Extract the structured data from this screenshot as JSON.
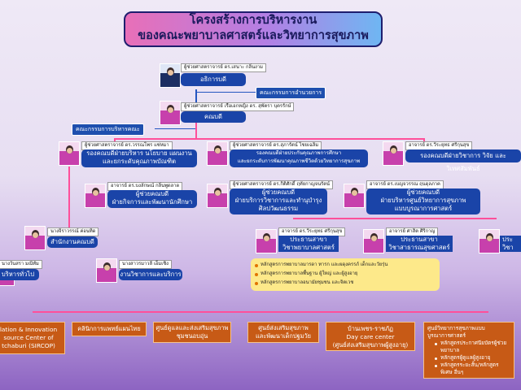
{
  "title": {
    "line1": "โครงสร้างการบริหารงาน",
    "line2": "ของคณะพยาบาลศาสตร์และวิทยาการสุขภาพ"
  },
  "president": {
    "name": "ผู้ช่วยศาสตราจารย์ ดร.เสนาะ กลิ่นงาม",
    "role": "อธิการบดี"
  },
  "committee_admin": "คณะกรรมการอำนวยการ",
  "dean": {
    "name": "ผู้ช่วยศาสตราจารย์ เรือเอกหญิง ดร. สุพัตรา บุตรรักษ์",
    "role": "คณบดี"
  },
  "committee_exec": "คณะกรรมการบริหารคณะ",
  "vice1": {
    "name": "ผู้ช่วยศาสตราจารย์ ดร.วรรณโพร แซ่หมา",
    "role1": "รองคณบดีฝ่ายบริหาร นโยบาย แผนงาน",
    "role2": "และยกระดับคุณภาพบัณฑิต"
  },
  "vice2": {
    "name": "ผู้ช่วยศาสตราจารย์ ดร.สุภารัตน์ ไชยเฉลิม",
    "role1": "รองคณบดีฝ่ายประกันคุณภาพการศึกษา",
    "role2": "และยกระดับการพัฒนาคุณภาพชีวิตด้วยวิทยาการสุขภาพ"
  },
  "vice3": {
    "name": "อาจารย์ ดร.วีระยุทธ ศรีกุนสุข",
    "role1": "รองคณบดีฝ่ายวิชาการ วิจัย และวิเทศสัมพันธ์"
  },
  "asst1": {
    "name": "อาจารย์ ดร.บงลักษณ์ กลิ่นพูดลาด",
    "role1": "ผู้ช่วยคณบดี",
    "role2": "ฝ่ายกิจการและพัฒนานักศึกษา"
  },
  "asst2": {
    "name": "ผู้ช่วยศาสตราจารย์ ดร.กิติศักดิ์ ฤทัยกาญจนรัตน์",
    "role1": "ผู้ช่วยคณบดี",
    "role2": "ฝ่ายบริการวิชาการและทำนุบำรุง",
    "role3": "ศิลปวัฒนธรรม"
  },
  "asst3": {
    "name": "อาจารย์ ดร.เบญจวรรณ ฤนดุลภาค",
    "role1": "ผู้ช่วยคณบดี",
    "role2": "ฝ่ายบริหารศูนย์วิทยาการสุขภาพ",
    "role3": "แบบบูรณาการศาสตร์"
  },
  "office_head": {
    "name": "นางจิราวรรณ์ ค่อนทิด",
    "role": "สำนักงานคณบดี"
  },
  "general": {
    "name": "นางวันสรา มณีทัม",
    "role": "บริหารทั่วไป"
  },
  "academic": {
    "name": "นางสาวรมาวลี เอ็มเชิง",
    "role": "งานวิชาการและบริการ"
  },
  "chair1": {
    "name": "อาจารย์ ดร.วีระยุทธ ศรีกุนสุข",
    "role1": "ประธานสาขา",
    "role2": "วิชาพยาบาลศาสตร์"
  },
  "chair2": {
    "name": "อาจารย์ ศาสิต ศิริกาญ",
    "role1": "ประธานสาขา",
    "role2": "วิชาสาธารณสุขศาสตร์"
  },
  "chair3": {
    "role1": "ประ",
    "role2": "วิชา"
  },
  "programs": [
    "หลักสูตรการพยาบาลมารดา ทารก และผดุงครรภ์ เด็กและวัยรุ่น",
    "หลักสูตรการพยาบาลพื้นฐาน ผู้ใหญ่ และผู้สูงอายุ",
    "หลักสูตรการพยาบาลอนามัยชุมชน และจิตเวช"
  ],
  "units": {
    "u1": [
      "lation & Innovation",
      "source Center of",
      "tchaburi (SIRCOP)"
    ],
    "u2": "คลินิกการแพทย์แผนไทย",
    "u3": [
      "ศูนย์ดูแลและส่งเสริมสุขภาพ",
      "ชุมชนอบอุ่น"
    ],
    "u4": [
      "ศูนย์ส่งเสริมสุขภาพ",
      "และพัฒนาเด็กปฐมวัย"
    ],
    "u5": [
      "บ้านเพชร-ราชภัฏ",
      "Day care center",
      "(ศูนย์ส่งเสริมสุขภาพผู้สูงอายุ)"
    ],
    "u6_title": [
      "ศูนย์วิทยาการสุขภาพแบบ",
      "บูรณาการศาสตร์"
    ],
    "u6_items": [
      "หลักสูตรประกาศนียบัตรผู้ช่วยพยาบาล",
      "หลักสูตรผู้ดูแลผู้สูงอายุ",
      "หลักสูตรระยะสั้น/หลักสูตรพิเศษ อื่นๆ"
    ]
  },
  "colors": {
    "node_blue": "#1a44a8",
    "unit_orange": "#c75a16",
    "connector_pink": "#ff4f9a",
    "program_yellow": "#fde98a"
  }
}
